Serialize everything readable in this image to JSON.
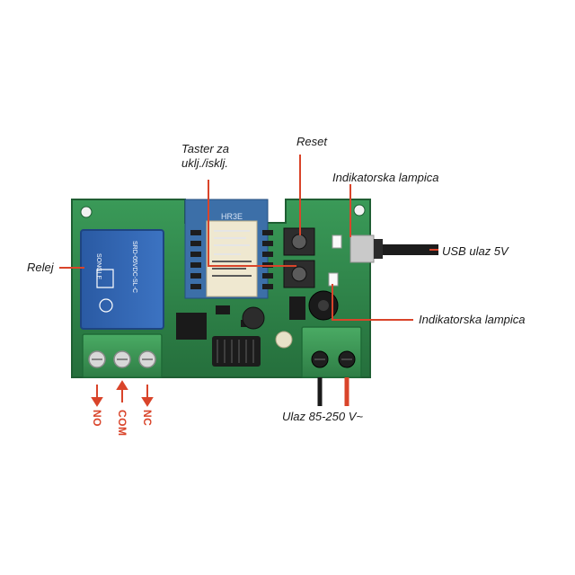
{
  "labels": {
    "taster": "Taster za",
    "taster_line2": "uklj./isklj.",
    "reset": "Reset",
    "indicator_top": "Indikatorska lampica",
    "usb": "USB ulaz 5V",
    "relay": "Relej",
    "indicator_bottom": "Indikatorska lampica",
    "power_input": "Ulaz 85-250 V~"
  },
  "terminals": [
    "NO",
    "COM",
    "NC"
  ],
  "colors": {
    "pcb": "#2f8a4c",
    "relay": "#2f63b0",
    "pointer": "#d9442a",
    "terminal_block": "#3a9a55",
    "wire": "#222222"
  },
  "component_text": {
    "relay_text": "SONGLE",
    "relay_model": "SRD-05VDC-SL-C",
    "module_text": "HR3E"
  }
}
